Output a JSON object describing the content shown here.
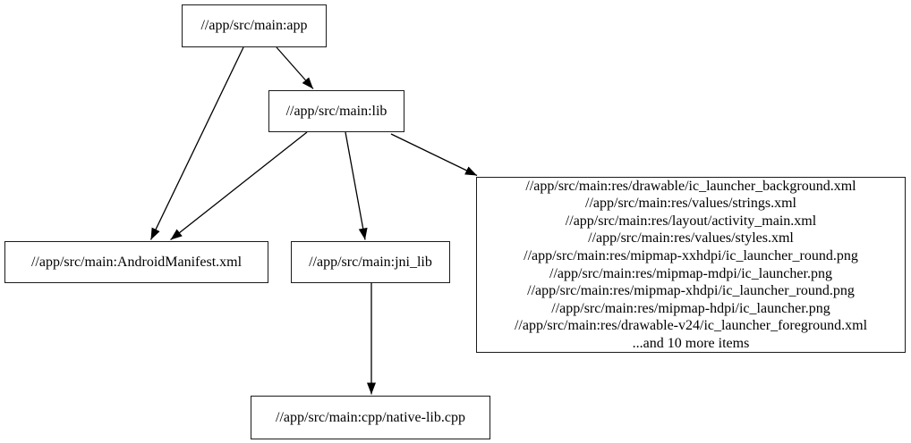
{
  "diagram": {
    "type": "dependency-graph",
    "description": "Build target dependency graph of an Android app module",
    "colors": {
      "background": "#ffffff",
      "node_border": "#1a1a1a",
      "node_fill": "#ffffff",
      "text": "#000000",
      "edge": "#000000"
    },
    "nodes": {
      "app": {
        "label": "//app/src/main:app"
      },
      "lib": {
        "label": "//app/src/main:lib"
      },
      "manifest": {
        "label": "//app/src/main:AndroidManifest.xml"
      },
      "jni_lib": {
        "label": "//app/src/main:jni_lib"
      },
      "native": {
        "label": "//app/src/main:cpp/native-lib.cpp"
      },
      "res": {
        "lines": [
          "//app/src/main:res/drawable/ic_launcher_background.xml",
          "//app/src/main:res/values/strings.xml",
          "//app/src/main:res/layout/activity_main.xml",
          "//app/src/main:res/values/styles.xml",
          "//app/src/main:res/mipmap-xxhdpi/ic_launcher_round.png",
          "//app/src/main:res/mipmap-mdpi/ic_launcher.png",
          "//app/src/main:res/mipmap-xhdpi/ic_launcher_round.png",
          "//app/src/main:res/mipmap-hdpi/ic_launcher.png",
          "//app/src/main:res/drawable-v24/ic_launcher_foreground.xml",
          "...and 10 more items"
        ]
      }
    },
    "edges": [
      {
        "from": "//app/src/main:app",
        "to": "//app/src/main:AndroidManifest.xml"
      },
      {
        "from": "//app/src/main:app",
        "to": "//app/src/main:lib"
      },
      {
        "from": "//app/src/main:lib",
        "to": "//app/src/main:AndroidManifest.xml"
      },
      {
        "from": "//app/src/main:lib",
        "to": "//app/src/main:jni_lib"
      },
      {
        "from": "//app/src/main:lib",
        "to": "res-file-group"
      },
      {
        "from": "//app/src/main:jni_lib",
        "to": "//app/src/main:cpp/native-lib.cpp"
      }
    ]
  }
}
